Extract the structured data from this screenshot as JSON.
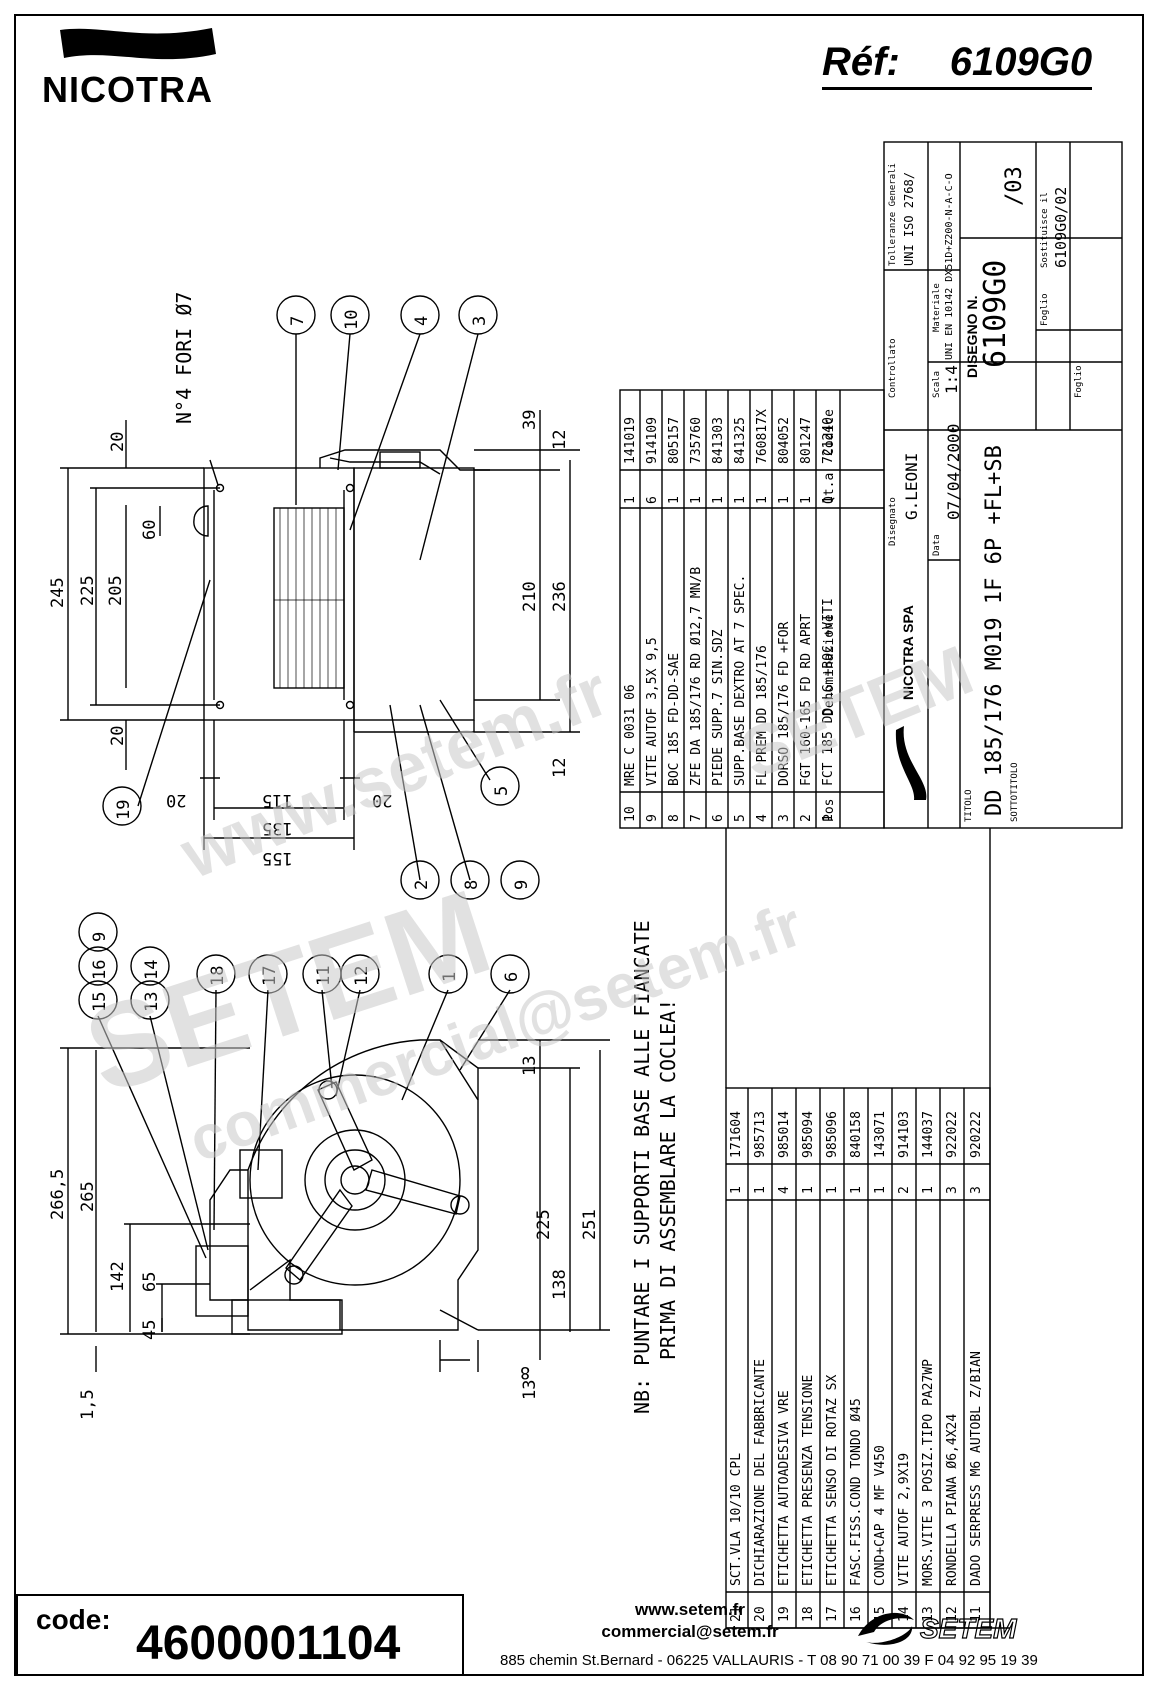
{
  "header": {
    "brand": "NICOTRA",
    "ref_label": "Réf:",
    "ref_value": "6109G0"
  },
  "title_block": {
    "tolerances_label": "Tolleranze Generali",
    "tolerances_value": "UNI ISO 2768/",
    "materiale_label": "Materiale",
    "materiale_value": "UNI EN 10142 DX51D+Z200-N-A-C-O",
    "controllato_label": "Controllato",
    "scala_label": "Scala",
    "scala_value": "1:4",
    "disegno_label": "DISEGNO N.",
    "disegno_value": "6109G0",
    "disegno_rev": "/03",
    "sostituisce_label": "Sostituisce il",
    "sostituisce_value": "6109G0/02",
    "foglio_label": "Foglio",
    "foglio_label2": "Foglio",
    "disegnato_label": "Disegnato",
    "disegnato_value": "G.LEONI",
    "data_label": "Data",
    "data_value": "07/04/2000",
    "company": "NICOTRA SPA",
    "titolo_label": "TITOLO",
    "sottotitolo_label": "SOTTOTITOLO",
    "title": "DD 185/176 M019 1F 6P +FL+SB"
  },
  "bom_top_header": {
    "pos": "Pos",
    "den": "Denominazione",
    "qta": "Qt.a",
    "cod": "Codice"
  },
  "bom_top": [
    {
      "pos": "10",
      "den": "MRE C 0031 06",
      "qta": "1",
      "cod": "141019"
    },
    {
      "pos": "9",
      "den": "VITE AUTOF 3,5X 9,5",
      "qta": "6",
      "cod": "914109"
    },
    {
      "pos": "8",
      "den": "BOC 185 FD-DD-SAE",
      "qta": "1",
      "cod": "805157"
    },
    {
      "pos": "7",
      "den": "ZFE DA 185/176 RD Ø12,7 MN/B",
      "qta": "1",
      "cod": "735760"
    },
    {
      "pos": "6",
      "den": "PIEDE SUPP.7 SIN.SDZ",
      "qta": "1",
      "cod": "841303"
    },
    {
      "pos": "5",
      "den": "SUPP.BASE DEXTRO AT 7 SPEC.",
      "qta": "1",
      "cod": "841325"
    },
    {
      "pos": "4",
      "den": "FL PREM DD 185/176",
      "qta": "1",
      "cod": "760817X"
    },
    {
      "pos": "3",
      "den": "DORSO 185/176 FD +FOR",
      "qta": "1",
      "cod": "804052"
    },
    {
      "pos": "2",
      "den": "FGT 160-165 FD RD APRT",
      "qta": "1",
      "cod": "801247"
    },
    {
      "pos": "1",
      "den": "FCT 185 DD LG +BOC +VITI",
      "qta": "1",
      "cod": "721240"
    }
  ],
  "bom_bottom": [
    {
      "pos": "21",
      "den": "SCT.VLA 10/10 CPL",
      "qta": "1",
      "cod": "171604"
    },
    {
      "pos": "20",
      "den": "DICHIARAZIONE DEL FABBRICANTE",
      "qta": "1",
      "cod": "985713"
    },
    {
      "pos": "19",
      "den": "ETICHETTA AUTOADESIVA VRE",
      "qta": "4",
      "cod": "985014"
    },
    {
      "pos": "18",
      "den": "ETICHETTA PRESENZA TENSIONE",
      "qta": "1",
      "cod": "985094"
    },
    {
      "pos": "17",
      "den": "ETICHETTA SENSO DI ROTAZ SX",
      "qta": "1",
      "cod": "985096"
    },
    {
      "pos": "16",
      "den": "FASC.FISS.COND TONDO Ø45",
      "qta": "1",
      "cod": "840158"
    },
    {
      "pos": "15",
      "den": "COND+CAP 4 MF V450",
      "qta": "1",
      "cod": "143071"
    },
    {
      "pos": "14",
      "den": "VITE AUTOF 2,9X19",
      "qta": "2",
      "cod": "914103"
    },
    {
      "pos": "13",
      "den": "MORS.VITE 3 POSIZ.TIPO PA27WP",
      "qta": "1",
      "cod": "144037"
    },
    {
      "pos": "12",
      "den": "RONDELLA PIANA Ø6,4X24",
      "qta": "3",
      "cod": "922022"
    },
    {
      "pos": "11",
      "den": "DADO SERPRESS M6 AUTOBL Z/BIAN",
      "qta": "3",
      "cod": "920222"
    }
  ],
  "note": {
    "line1": "NB: PUNTARE I SUPPORTI BASE ALLE FIANCATE",
    "line2": "PRIMA DI ASSEMBLARE LA COCLEA!"
  },
  "top_view": {
    "holes_label": "N°4 FORI Ø7",
    "dims_left": [
      "245",
      "225",
      "205",
      "20",
      "20",
      "60"
    ],
    "dims_right": [
      "39",
      "12",
      "210",
      "236",
      "12"
    ],
    "dims_bottom": [
      "20",
      "115",
      "135",
      "155",
      "20"
    ],
    "balloons": [
      "7",
      "10",
      "4",
      "3",
      "19",
      "5",
      "2",
      "8",
      "9"
    ]
  },
  "side_view": {
    "dims_left": [
      "266,5",
      "265",
      "142",
      "65",
      "45",
      "1,5"
    ],
    "dims_right": [
      "13",
      "225",
      "251",
      "138",
      "13",
      "8"
    ],
    "balloons": [
      "15",
      "16",
      "9",
      "13",
      "14",
      "18",
      "17",
      "11",
      "12",
      "1",
      "6"
    ]
  },
  "watermark": {
    "url": "www.setem.fr",
    "brand": "SETEM",
    "email": "commercial@setem.fr"
  },
  "footer": {
    "code_label": "code:",
    "code_value": "4600001104",
    "website": "www.setem.fr",
    "email": "commercial@setem.fr",
    "address": "885 chemin St.Bernard  -  06225 VALLAURIS  -  T 08 90 71 00 39   F 04 92 95 19 39",
    "logo_text": "SETEM"
  }
}
